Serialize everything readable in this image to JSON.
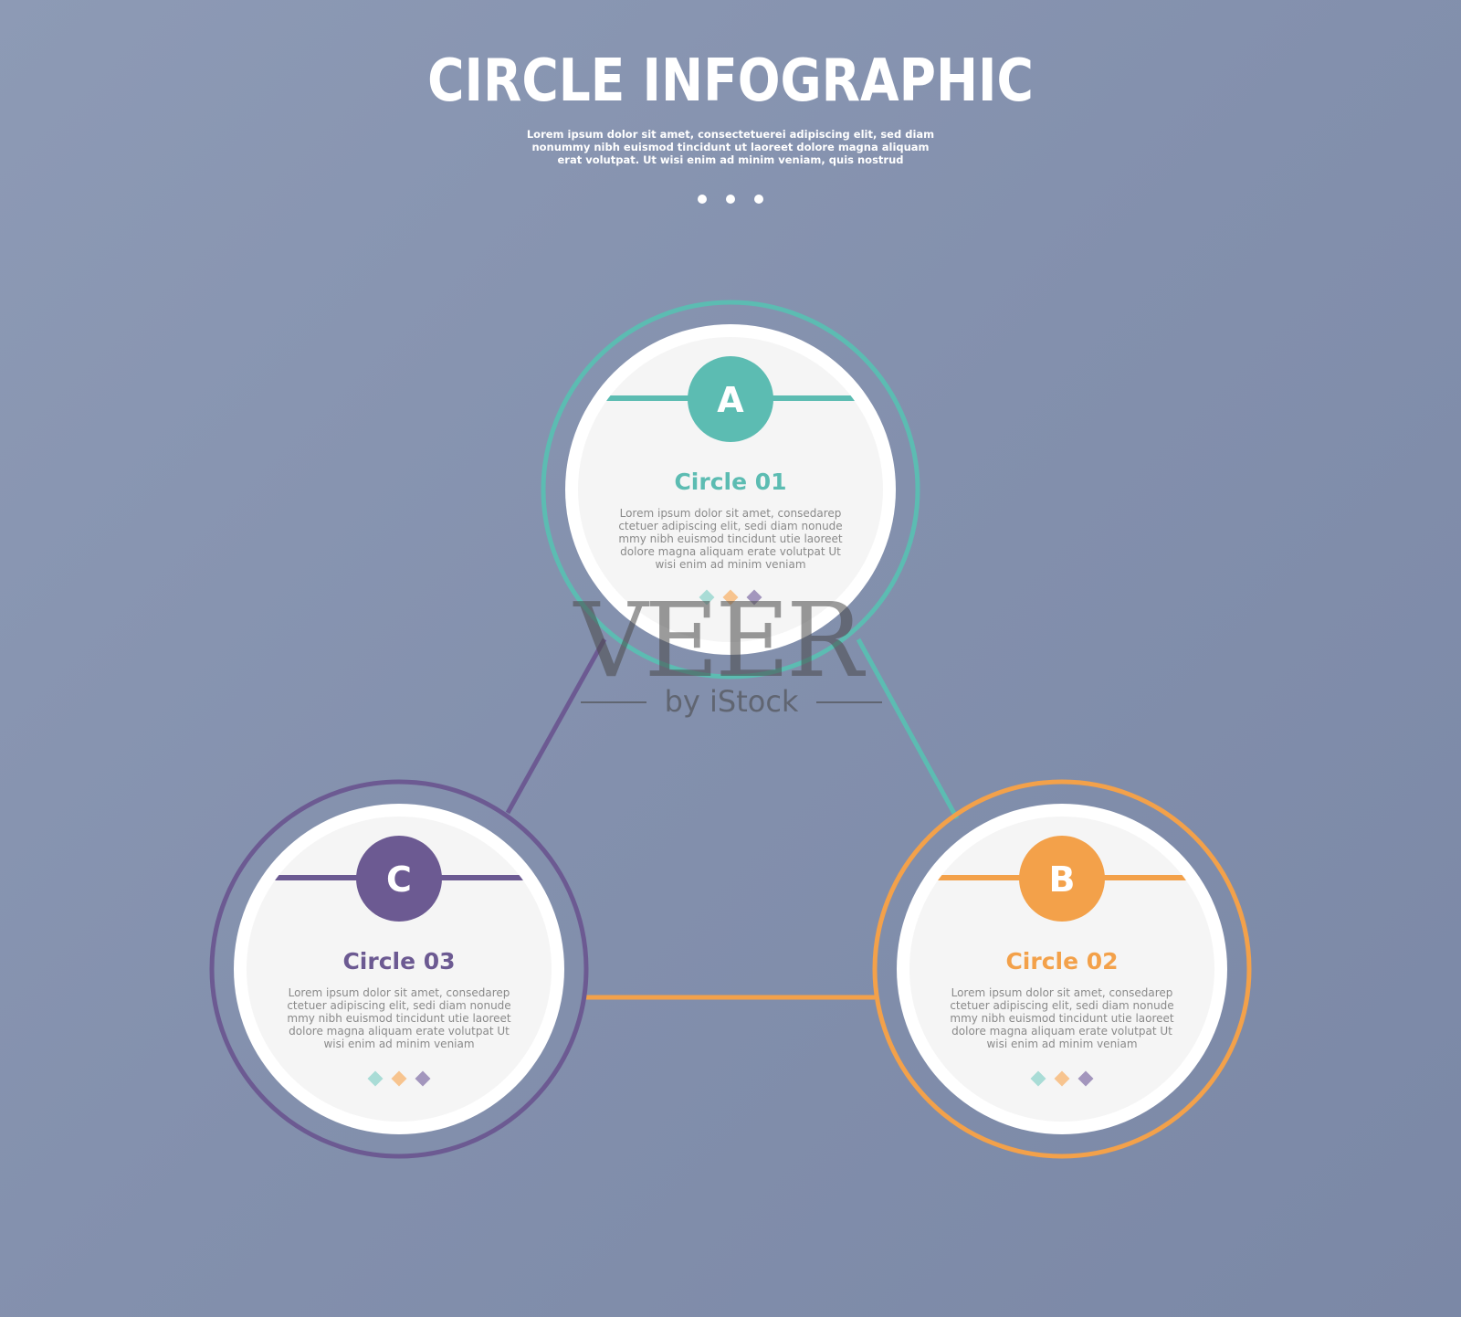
{
  "header": {
    "title": "CIRCLE INFOGRAPHIC",
    "subtitle_lines": [
      "Lorem ipsum dolor sit amet, consectetuerei adipiscing elit, sed diam",
      "nonummy nibh euismod tincidunt ut laoreet dolore magna aliquam",
      "erat volutpat. Ut wisi enim ad minim veniam, quis nostrud"
    ]
  },
  "colors": {
    "teal": "#5cbcb2",
    "orange": "#f3a14a",
    "purple": "#6c5a92",
    "inner_fill": "#f5f5f5"
  },
  "circles": [
    {
      "letter": "A",
      "title": "Circle 01",
      "color": "#5cbcb2",
      "body": [
        "Lorem ipsum dolor sit amet, consedarep",
        "ctetuer adipiscing elit, sedi diam nonude",
        "mmy nibh euismod tincidunt utie laoreet",
        "dolore magna aliquam erate volutpat Ut",
        "wisi enim ad minim veniam"
      ]
    },
    {
      "letter": "B",
      "title": "Circle 02",
      "color": "#f3a14a",
      "body": [
        "Lorem ipsum dolor sit amet, consedarep",
        "ctetuer adipiscing elit, sedi diam nonude",
        "mmy nibh euismod tincidunt utie laoreet",
        "dolore magna aliquam erate volutpat Ut",
        "wisi enim ad minim veniam"
      ]
    },
    {
      "letter": "C",
      "title": "Circle 03",
      "color": "#6c5a92",
      "body": [
        "Lorem ipsum dolor sit amet, consedarep",
        "ctetuer adipiscing elit, sedi diam nonude",
        "mmy nibh euismod tincidunt utie laoreet",
        "dolore magna aliquam erate volutpat Ut",
        "wisi enim ad minim veniam"
      ]
    }
  ],
  "watermark": {
    "brand": "VEER",
    "tagline": "by iStock"
  }
}
